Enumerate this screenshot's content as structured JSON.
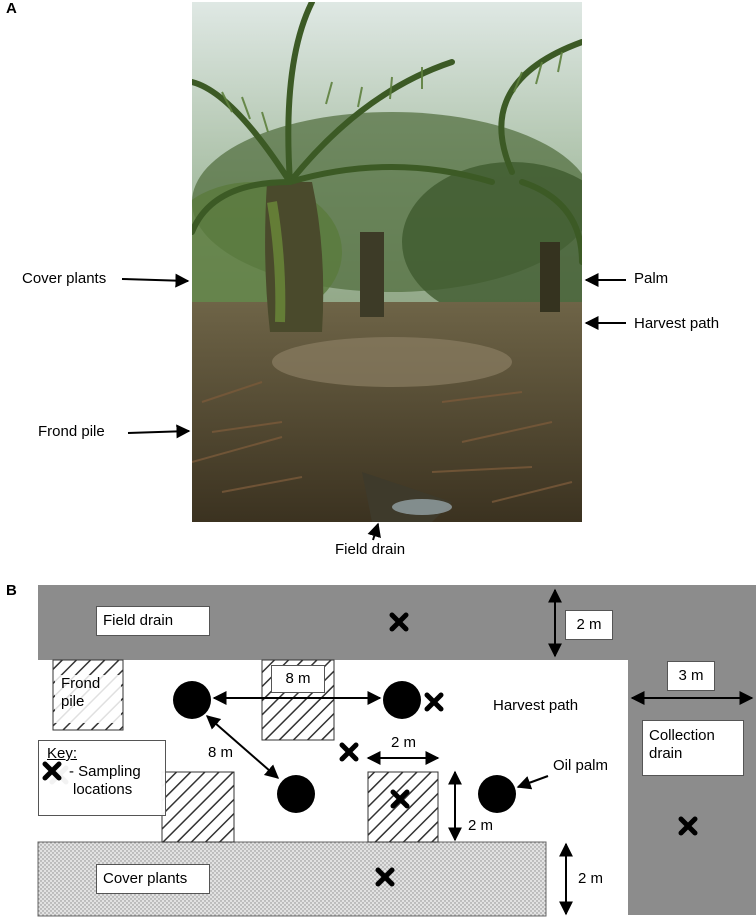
{
  "panel_a": {
    "letter": "A",
    "labels": {
      "cover_plants": "Cover plants",
      "frond_pile": "Frond pile",
      "palm": "Palm",
      "harvest_path": "Harvest path",
      "field_drain": "Field drain"
    }
  },
  "panel_b": {
    "letter": "B",
    "field_drain": "Field drain",
    "frond_pile_line1": "Frond",
    "frond_pile_line2": "pile",
    "harvest_path": "Harvest path",
    "collection_drain_line1": "Collection",
    "collection_drain_line2": "drain",
    "cover_plants": "Cover plants",
    "oil_palm": "Oil palm",
    "key_title": "Key:",
    "key_text_line1": "- Sampling",
    "key_text_line2": "locations",
    "dim_field_drain": "2 m",
    "dim_collection_drain": "3 m",
    "dim_palm_spacing_top": "8 m",
    "dim_palm_spacing_diag": "8 m",
    "dim_palm_gap": "2 m",
    "dim_palm_vertical": "2 m",
    "dim_cover_plants": "2 m"
  },
  "colors": {
    "drain_gray": "#8c8c8c",
    "cover_fill": "#d9d9d9",
    "palm_black": "#000000"
  }
}
